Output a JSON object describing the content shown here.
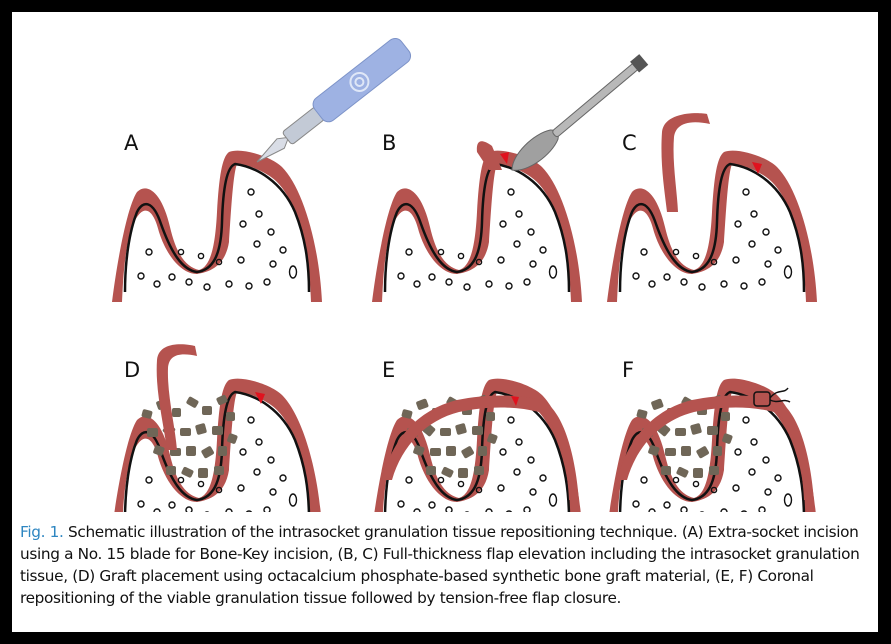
{
  "panels": [
    {
      "label": "A"
    },
    {
      "label": "B"
    },
    {
      "label": "C"
    },
    {
      "label": "D"
    },
    {
      "label": "E"
    },
    {
      "label": "F"
    }
  ],
  "caption": {
    "lead": "Fig. 1.",
    "body": "Schematic illustration of the intrasocket granulation tissue repositioning technique. (A) Extra-socket incision using a No. 15 blade for Bone-Key incision, (B, C) Full-thickness flap elevation including the intrasocket granulation tissue, (D) Graft placement using octacalcium phosphate-based synthetic bone graft material, (E, F) Coronal repositioning of the viable granulation tissue followed by tension-free flap closure."
  },
  "colors": {
    "gingiva": "#b5534f",
    "bone_outline": "#111111",
    "graft": "#6f6657",
    "incision": "#e0121e",
    "blade_handle": "#9eb2e3",
    "instrument": "#9a9a9a",
    "caption_lead": "#2e86c1"
  },
  "icons": [
    "scalpel-icon",
    "periosteal-elevator-icon",
    "suture-knot-icon"
  ]
}
